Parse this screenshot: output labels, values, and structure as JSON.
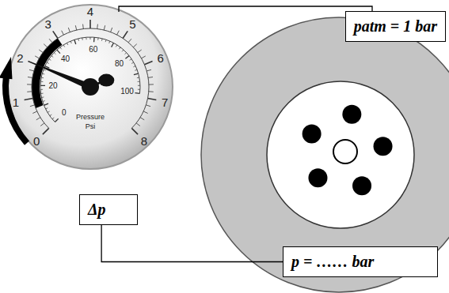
{
  "diagram": {
    "nodes": [
      {
        "text": [
          "patm = 1 bar"
        ]
      },
      {
        "text": [
          "Δp"
        ]
      },
      {
        "text": [
          "p = …… bar"
        ]
      }
    ],
    "edges": [
      {
        "from": 1,
        "to": 2,
        "arrow": "none"
      }
    ],
    "labels": [
      "0",
      "1",
      "2",
      "3",
      "4",
      "5",
      "6",
      "7",
      "8",
      "0",
      "20",
      "40",
      "60",
      "80",
      "100",
      "Pressure",
      "Psi"
    ]
  }
}
